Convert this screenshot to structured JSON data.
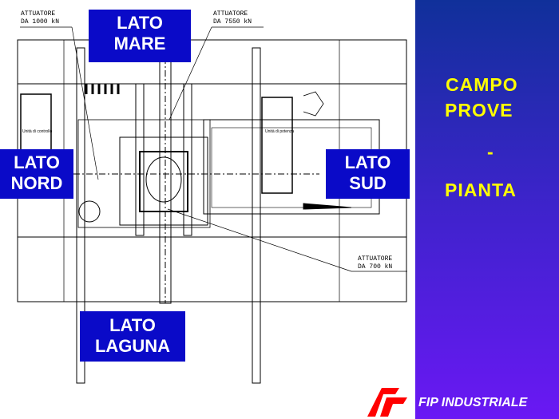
{
  "slide": {
    "title_line1": "CAMPO",
    "title_line2": "PROVE",
    "title_dash": "-",
    "title_line3": "PIANTA",
    "brand": "FIP INDUSTRIALE",
    "colors": {
      "panel_top": "#10309a",
      "panel_bottom": "#6a18f4",
      "title": "#ffff00",
      "label_bg": "#0a0ac8",
      "logo": "#ff0000"
    }
  },
  "labels": {
    "mare": [
      "LATO",
      "MARE"
    ],
    "nord": [
      "LATO",
      "NORD"
    ],
    "sud": [
      "LATO",
      "SUD"
    ],
    "laguna": [
      "LATO",
      "LAGUNA"
    ]
  },
  "annotations": {
    "act1000": [
      "ATTUATORE",
      "DA 1000 kN"
    ],
    "act7550": [
      "ATTUATORE",
      "DA 7550 kN"
    ],
    "act700": [
      "ATTUATORE",
      "DA 700 kN"
    ],
    "control_unit": "Unità di controllo",
    "power_unit": "Unità di potenza"
  }
}
